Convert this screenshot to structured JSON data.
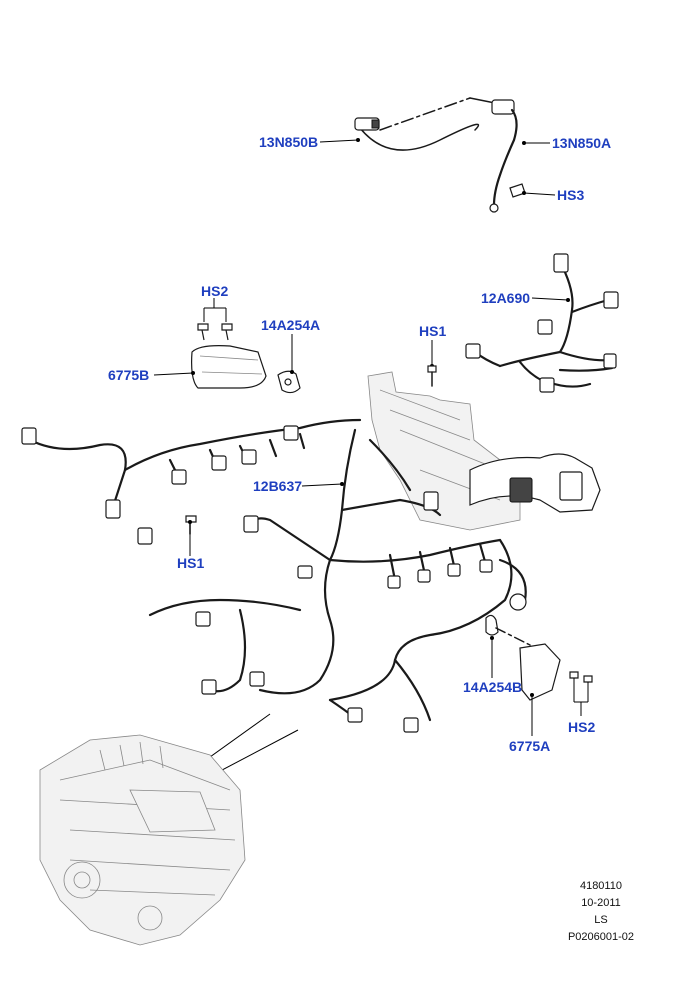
{
  "callouts": {
    "c13N850B": "13N850B",
    "c13N850A": "13N850A",
    "cHS3": "HS3",
    "cHS2_top": "HS2",
    "c14A254A": "14A254A",
    "c6775B": "6775B",
    "cHS1_top": "HS1",
    "c12A690": "12A690",
    "c12B637": "12B637",
    "cHS1_left": "HS1",
    "c14A254B": "14A254B",
    "cHS2_bottom": "HS2",
    "c6775A": "6775A"
  },
  "footer": {
    "line1": "4180110",
    "line2": "10-2011",
    "line3": "LS",
    "line4": "P0206001-02"
  },
  "colors": {
    "callout_text": "#1f3fbf",
    "line_art": "#1a1a1a",
    "ghost_engine": "#888888"
  }
}
